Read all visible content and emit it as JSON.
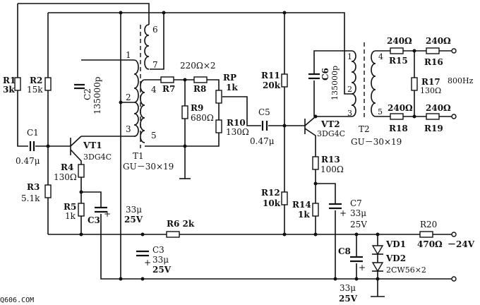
{
  "labels": {
    "r1": "R1",
    "r1_val": "3k",
    "r2": "R2",
    "r2_val": "15k",
    "c1": "C1",
    "c1_val": "0.47μ",
    "c2": "C2",
    "c2_val": "135000p",
    "vt1": "VT1",
    "vt1_type": "3DG4C",
    "r3": "R3",
    "r3_val": "5.1k",
    "r4": "R4",
    "r4_val": "130Ω",
    "r5": "R5",
    "r5_val": "1k",
    "c3a": "C3",
    "c3a_val": "33μ",
    "c3a_volt": "25V",
    "t1": "T1",
    "t1_core": "GU－30×19",
    "t1_pins": [
      "1",
      "2",
      "3",
      "4",
      "5",
      "6",
      "7"
    ],
    "r7": "R7",
    "r8": "R8",
    "r78_val": "220Ω×2",
    "r9": "R9",
    "r9_val": "680Ω",
    "rp": "RP",
    "rp_val": "1k",
    "r10": "R10",
    "r10_val": "130Ω",
    "c5": "C5",
    "c5_val": "0.47μ",
    "r6": "R6 2k",
    "c3b": "C3",
    "c3b_val": "33μ",
    "c3b_volt": "25V",
    "r11": "R11",
    "r11_val": "20k",
    "r12": "R12",
    "r12_val": "10k",
    "vt2": "VT2",
    "vt2_type": "3DG4C",
    "c6": "C6",
    "c6_val": "135000p",
    "t2": "T2",
    "t2_core": "GU－30×19",
    "t2_pins": [
      "1",
      "2",
      "3",
      "4",
      "5"
    ],
    "r13": "R13",
    "r13_val": "100Ω",
    "r14": "R14",
    "r14_val": "1k",
    "c7": "C7",
    "c7_val": "33μ",
    "c7_volt": "25V",
    "c8": "C8",
    "c8_val": "33μ",
    "c8_volt": "25V",
    "r15": "R15",
    "r15_val": "240Ω",
    "r16": "R16",
    "r16_val": "240Ω",
    "r17": "R17",
    "r17_val": "130Ω",
    "r18": "R18",
    "r18_val": "240Ω",
    "r19": "R19",
    "r19_val": "240Ω",
    "out_freq": "800Hz",
    "vd1": "VD1",
    "vd2": "VD2",
    "vd_type": "2CW56×2",
    "r20": "R20",
    "r20_val": "470Ω",
    "supply": "－24V",
    "plus": "+"
  },
  "watermark": "Q606.COM"
}
